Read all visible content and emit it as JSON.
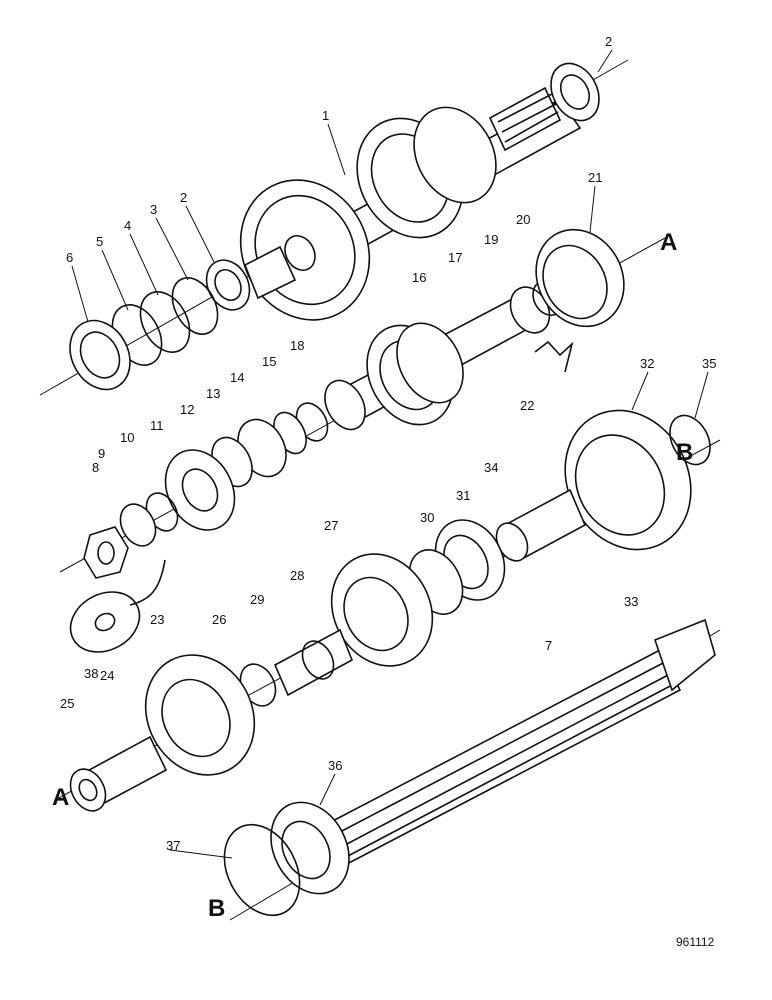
{
  "diagram": {
    "reference_code": "961112",
    "section_markers": [
      "A",
      "A",
      "B",
      "B"
    ],
    "callouts": [
      "1",
      "2",
      "2",
      "3",
      "4",
      "5",
      "6",
      "7",
      "8",
      "9",
      "10",
      "11",
      "12",
      "13",
      "14",
      "15",
      "16",
      "17",
      "18",
      "19",
      "20",
      "21",
      "22",
      "23",
      "24",
      "25",
      "26",
      "27",
      "28",
      "29",
      "30",
      "31",
      "32",
      "33",
      "34",
      "35",
      "36",
      "37",
      "38"
    ]
  }
}
